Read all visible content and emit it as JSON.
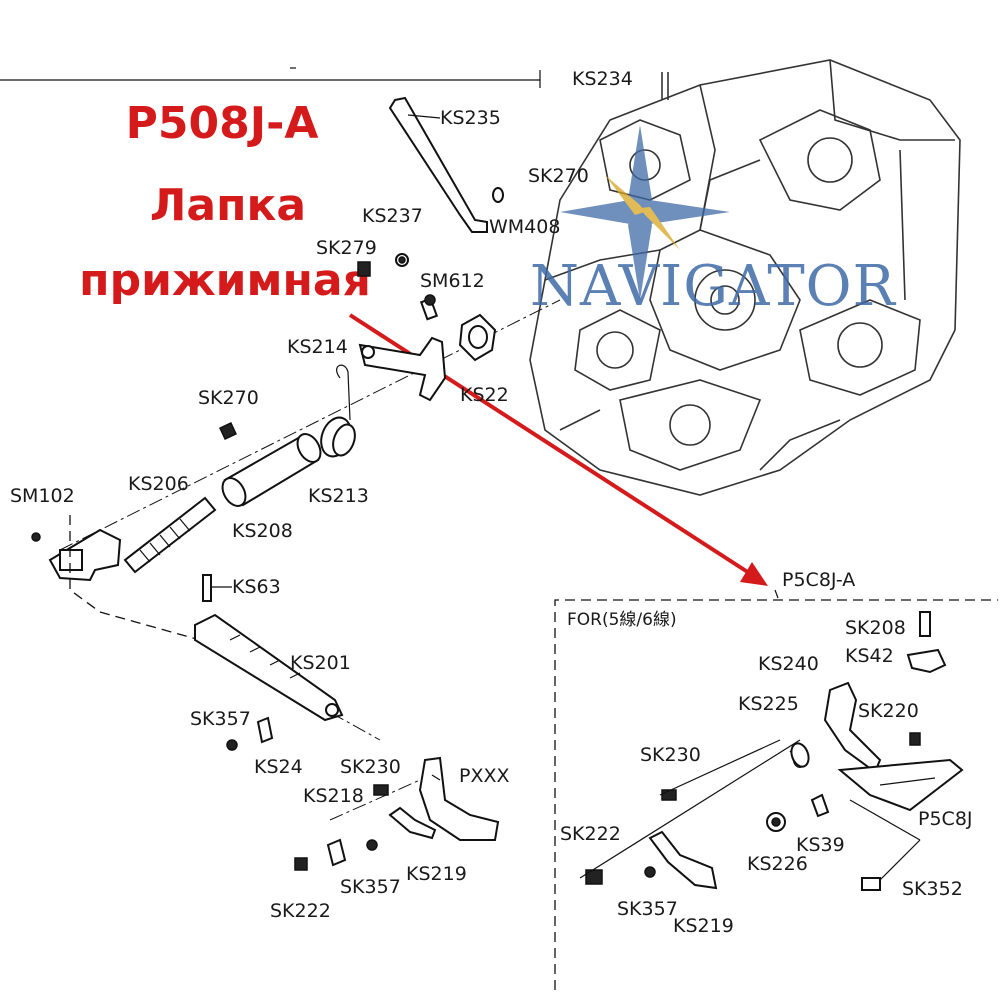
{
  "title": {
    "code": "P508J-A",
    "line2": "Лапка",
    "line3": "прижимная"
  },
  "watermark": {
    "text": "NAVIGATOR",
    "color": "#3f6aa6"
  },
  "arrow_color": "#d41a1a",
  "labels": {
    "ks234": "KS234",
    "ks235": "KS235",
    "sk270_top": "SK270",
    "wm408": "WM408",
    "ks237": "KS237",
    "sk279": "SK279",
    "sm612": "SM612",
    "ks214": "KS214",
    "ks22": "KS22",
    "sk270_mid": "SK270",
    "sm102": "SM102",
    "ks206": "KS206",
    "ks213": "KS213",
    "ks208": "KS208",
    "ks63": "KS63",
    "ks201": "KS201",
    "sk357_left": "SK357",
    "ks24": "KS24",
    "sk230_left": "SK230",
    "pxxx": "PXXX",
    "ks218": "KS218",
    "sk357_bottom": "SK357",
    "ks219_left": "KS219",
    "sk222_left": "SK222"
  },
  "inset": {
    "title": "P5C8J-A",
    "for_label": "FOR(5線/6線)",
    "labels": {
      "sk208": "SK208",
      "ks42": "KS42",
      "ks240": "KS240",
      "ks225": "KS225",
      "sk220": "SK220",
      "sk230": "SK230",
      "p5c8j": "P5C8J",
      "sk222": "SK222",
      "ks39": "KS39",
      "ks226": "KS226",
      "sk357": "SK357",
      "ks219": "KS219",
      "sk352": "SK352"
    }
  }
}
